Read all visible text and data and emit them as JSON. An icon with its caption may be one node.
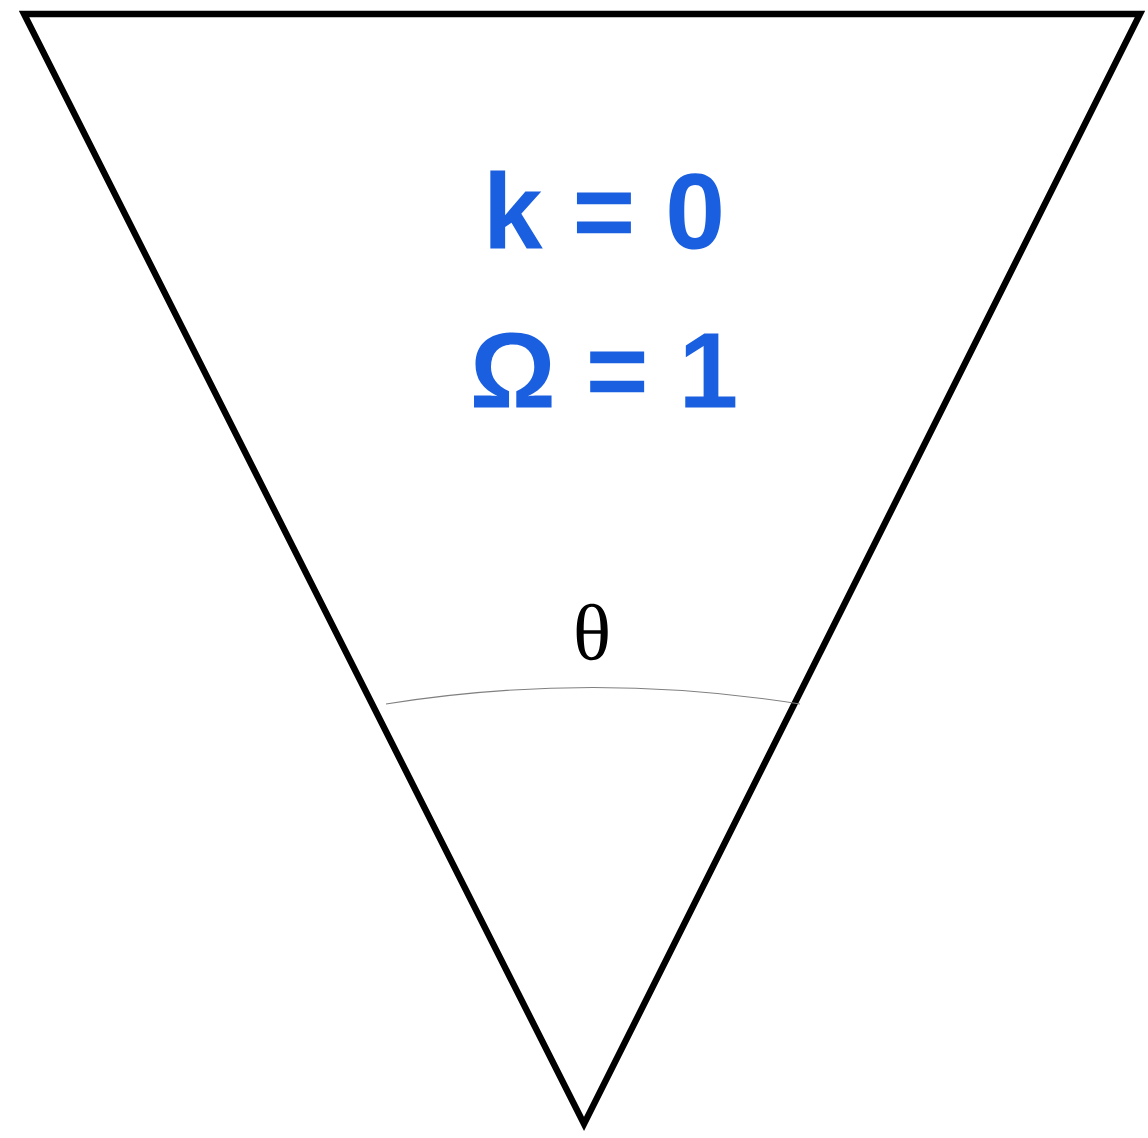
{
  "diagram": {
    "nodes": [
      {
        "text": [
          "k = 0",
          "Ω = 1"
        ]
      }
    ],
    "labels": [
      "θ"
    ]
  }
}
